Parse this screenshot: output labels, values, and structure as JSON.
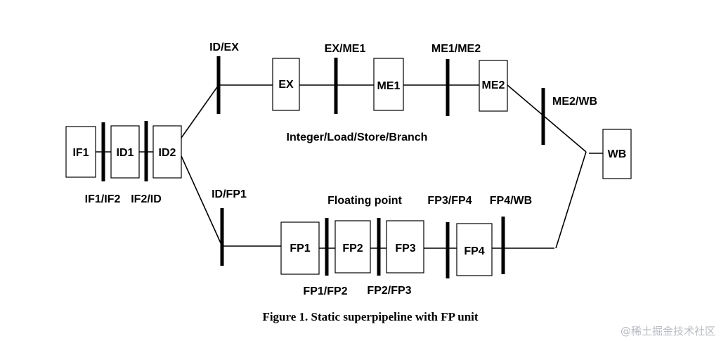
{
  "stages": {
    "if1": "IF1",
    "id1": "ID1",
    "id2": "ID2",
    "ex": "EX",
    "me1": "ME1",
    "me2": "ME2",
    "fp1": "FP1",
    "fp2": "FP2",
    "fp3": "FP3",
    "fp4": "FP4",
    "wb": "WB"
  },
  "latches": {
    "if1_if2": "IF1/IF2",
    "if2_id": "IF2/ID",
    "id_ex": "ID/EX",
    "ex_me1": "EX/ME1",
    "me1_me2": "ME1/ME2",
    "me2_wb": "ME2/WB",
    "id_fp1": "ID/FP1",
    "fp1_fp2": "FP1/FP2",
    "fp2_fp3": "FP2/FP3",
    "fp3_fp4": "FP3/FP4",
    "fp4_wb": "FP4/WB"
  },
  "pipes": {
    "integer": "Integer/Load/Store/Branch",
    "floating": "Floating point"
  },
  "caption": "Figure 1. Static superpipeline with FP unit",
  "watermark": "@稀土掘金技术社区"
}
